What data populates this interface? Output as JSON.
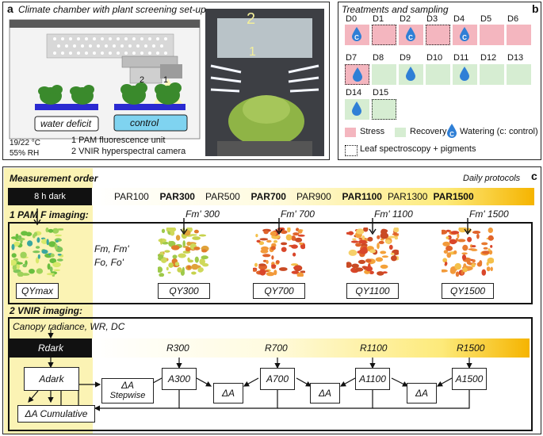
{
  "panel_a": {
    "letter": "a",
    "title": "Climate chamber with plant screening set-up",
    "conditions_temp": "19/22 °C",
    "conditions_rh": "55% RH",
    "group_water_deficit": "water deficit",
    "group_control": "control",
    "legend_1": "1 PAM fluorescence unit",
    "legend_2": "2 VNIR hyperspectral camera",
    "marker_1": "1",
    "marker_2": "2",
    "photo_marker_1": "1",
    "photo_marker_2": "2"
  },
  "panel_b": {
    "letter": "b",
    "title": "Treatments and sampling",
    "days": [
      {
        "label": "D0",
        "type": "stress",
        "watering": true,
        "control": true,
        "sampled": false
      },
      {
        "label": "D1",
        "type": "stress",
        "watering": false,
        "control": false,
        "sampled": true
      },
      {
        "label": "D2",
        "type": "stress",
        "watering": true,
        "control": true,
        "sampled": false
      },
      {
        "label": "D3",
        "type": "stress",
        "watering": false,
        "control": false,
        "sampled": true
      },
      {
        "label": "D4",
        "type": "stress",
        "watering": true,
        "control": true,
        "sampled": false
      },
      {
        "label": "D5",
        "type": "stress",
        "watering": false,
        "control": false,
        "sampled": false
      },
      {
        "label": "D6",
        "type": "stress",
        "watering": false,
        "control": false,
        "sampled": false
      },
      {
        "label": "D7",
        "type": "stress",
        "watering": true,
        "control": false,
        "sampled": true
      },
      {
        "label": "D8",
        "type": "recovery",
        "watering": false,
        "control": false,
        "sampled": false
      },
      {
        "label": "D9",
        "type": "recovery",
        "watering": true,
        "control": false,
        "sampled": false
      },
      {
        "label": "D10",
        "type": "recovery",
        "watering": false,
        "control": false,
        "sampled": false
      },
      {
        "label": "D11",
        "type": "recovery",
        "watering": true,
        "control": false,
        "sampled": false
      },
      {
        "label": "D12",
        "type": "recovery",
        "watering": false,
        "control": false,
        "sampled": false
      },
      {
        "label": "D13",
        "type": "recovery",
        "watering": false,
        "control": false,
        "sampled": false
      },
      {
        "label": "D14",
        "type": "recovery",
        "watering": true,
        "control": false,
        "sampled": false
      },
      {
        "label": "D15",
        "type": "recovery",
        "watering": false,
        "control": false,
        "sampled": true
      }
    ],
    "legend_stress": "Stress",
    "legend_recovery": "Recovery",
    "legend_watering": "Watering (c: control)",
    "legend_sampling": "Leaf spectroscopy + pigments",
    "control_letter": "C",
    "colors": {
      "stress": "#f4b6bf",
      "recovery": "#d6edd2",
      "water": "#2f7fd6"
    }
  },
  "panel_c": {
    "letter": "c",
    "title": "Measurement order",
    "daily_protocols": "Daily protocols",
    "dark_label": "8 h dark",
    "par_steps": [
      {
        "label": "PAR100",
        "bold": false
      },
      {
        "label": "PAR300",
        "bold": true
      },
      {
        "label": "PAR500",
        "bold": false
      },
      {
        "label": "PAR700",
        "bold": true
      },
      {
        "label": "PAR900",
        "bold": false
      },
      {
        "label": "PAR1100",
        "bold": true
      },
      {
        "label": "PAR1300",
        "bold": false
      },
      {
        "label": "PAR1500",
        "bold": true
      }
    ],
    "pam_title": "1 PAM F imaging:",
    "pam_params_1": "Fm, Fm'",
    "pam_params_2": "Fo, Fo'",
    "fm_labels": [
      "Fm' 300",
      "Fm' 700",
      "Fm' 1100",
      "Fm' 1500"
    ],
    "qy_labels": [
      "QYmax",
      "QY300",
      "QY700",
      "QY1100",
      "QY1500"
    ],
    "vnir_title": "2 VNIR imaging:",
    "vnir_params": "Canopy radiance, WR, DC",
    "rdark": "Rdark",
    "r_labels": [
      "R300",
      "R700",
      "R1100",
      "R1500"
    ],
    "adark": "Adark",
    "a_labels": [
      "A300",
      "A700",
      "A1100",
      "A1500"
    ],
    "delta_a": "ΔA",
    "delta_stepwise": "Stepwise",
    "delta_cumulative": "ΔA Cumulative",
    "colors": {
      "highlight": "#fbf3b4",
      "gradient_end": "#f5b400",
      "dark": "#111111"
    }
  }
}
